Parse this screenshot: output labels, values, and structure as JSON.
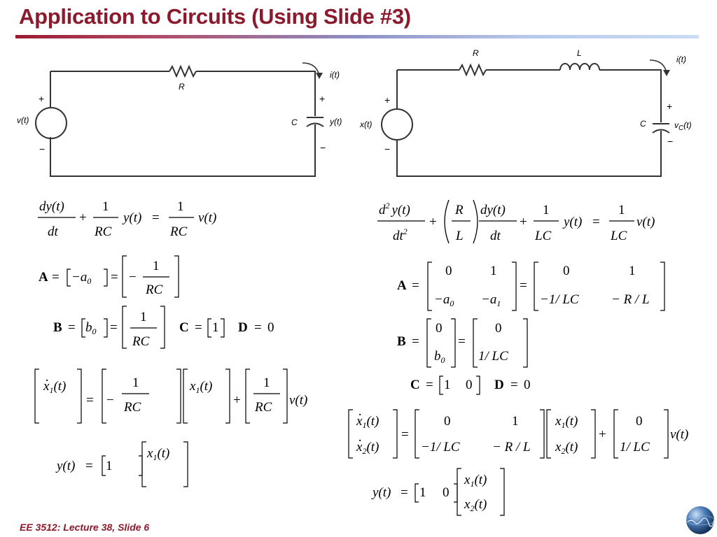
{
  "slide": {
    "title": "Application to Circuits (Using Slide #3)",
    "footer": "EE 3512: Lecture 38, Slide 6"
  },
  "icons": [
    "globe-icon",
    "voltage-source-icon",
    "resistor-icon",
    "inductor-icon",
    "capacitor-icon",
    "current-arrow-icon"
  ],
  "colors": {
    "title": "#8b1a2c",
    "footer": "#8b1a2c",
    "rule_start": "#9b1b30",
    "rule_end": "#c9dcf3"
  },
  "rc_circuit": {
    "resistor": "R",
    "capacitor": "C",
    "current": "i(t)",
    "source": "v(t)",
    "output": "y(t)",
    "plus": "+",
    "minus": "−"
  },
  "rlc_circuit": {
    "resistor": "R",
    "inductor": "L",
    "capacitor": "C",
    "current": "i(t)",
    "source": "x(t)",
    "output": "v",
    "output_sub": "C",
    "output_arg": "(t)",
    "plus": "+",
    "minus": "−"
  },
  "rc_equations": {
    "ode": {
      "dy": "dy(t)",
      "dt": "dt",
      "one": "1",
      "RC": "RC",
      "yt": "y(t)",
      "vt": "v(t)"
    },
    "A": {
      "lhs": "A",
      "a0": "−a",
      "sub0": "0",
      "minus": "−",
      "one": "1",
      "RC": "RC"
    },
    "B": {
      "lhs": "B",
      "b": "b",
      "sub0": "0",
      "one": "1",
      "RC": "RC"
    },
    "C": {
      "lhs": "C",
      "val": "1"
    },
    "D": {
      "lhs": "D",
      "val": "0"
    },
    "state": {
      "x1dot": "x",
      "x1": "x",
      "sub1": "1",
      "t": "(t)",
      "minus": "−",
      "one": "1",
      "RC": "RC",
      "vt": "v(t)"
    },
    "output": {
      "yt": "y(t)",
      "eq": "=",
      "one": "1",
      "x1": "x",
      "sub1": "1",
      "t": "(t)"
    }
  },
  "rlc_equations": {
    "ode": {
      "d2": "d",
      "sup2": "2",
      "yt": "y(t)",
      "dt2": "dt",
      "R": "R",
      "L": "L",
      "dy": "dy(t)",
      "dt": "dt",
      "one": "1",
      "LC": "LC",
      "vt": "v(t)"
    },
    "A": {
      "lhs": "A",
      "m00": "0",
      "m01": "1",
      "m10": "−a",
      "sub0": "0",
      "m11": "−a",
      "sub1": "1",
      "n00": "0",
      "n01": "1",
      "n10": "−1/ LC",
      "n11": "− R / L"
    },
    "B": {
      "lhs": "B",
      "m0": "0",
      "m1": "b",
      "sub0": "0",
      "n0": "0",
      "n1": "1/ LC"
    },
    "C": {
      "lhs": "C",
      "c0": "1",
      "c1": "0"
    },
    "D": {
      "lhs": "D",
      "val": "0"
    },
    "state": {
      "x1dot": "x",
      "x2dot": "x",
      "sub1": "1",
      "sub2": "2",
      "t": "(t)",
      "a00": "0",
      "a01": "1",
      "a10": "−1/ LC",
      "a11": "− R / L",
      "b0": "0",
      "b1": "1/ LC",
      "vt": "v(t)"
    },
    "output": {
      "yt": "y(t)",
      "c0": "1",
      "c1": "0",
      "sub1": "1",
      "sub2": "2",
      "t": "(t)"
    }
  }
}
